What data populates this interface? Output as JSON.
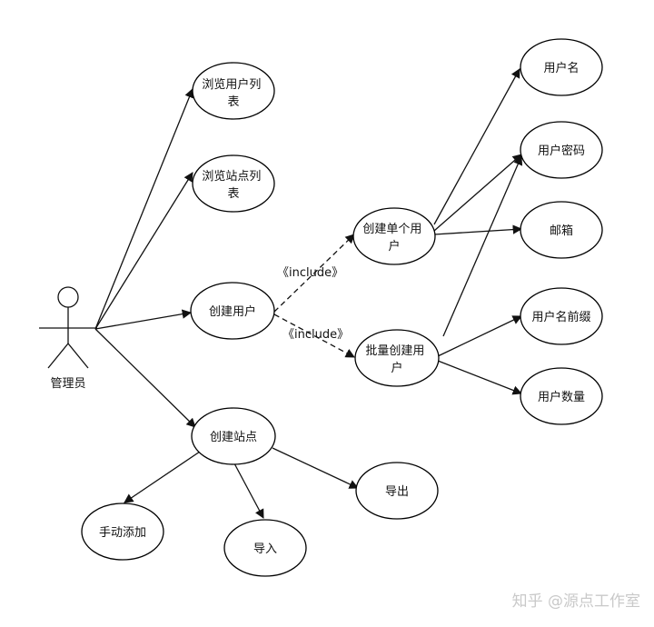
{
  "actor": {
    "label": "管理员"
  },
  "use_cases": {
    "browse_users": [
      "浏览用户列",
      "表"
    ],
    "browse_sites": [
      "浏览站点列",
      "表"
    ],
    "create_user": [
      "创建用户"
    ],
    "create_site": [
      "创建站点"
    ],
    "create_single_user": [
      "创建单个用",
      "户"
    ],
    "batch_create_user": [
      "批量创建用",
      "户"
    ],
    "username": [
      "用户名"
    ],
    "password": [
      "用户密码"
    ],
    "email": [
      "邮箱"
    ],
    "username_prefix": [
      "用户名前缀"
    ],
    "user_count": [
      "用户数量"
    ],
    "manual_add": [
      "手动添加"
    ],
    "import": [
      "导入"
    ],
    "export": [
      "导出"
    ]
  },
  "relations": {
    "include_single": "《include》",
    "include_batch": "《include》"
  },
  "watermark": "知乎 @源点工作室",
  "colors": {
    "stroke": "#000000",
    "watermark": "#c9c9c9"
  }
}
